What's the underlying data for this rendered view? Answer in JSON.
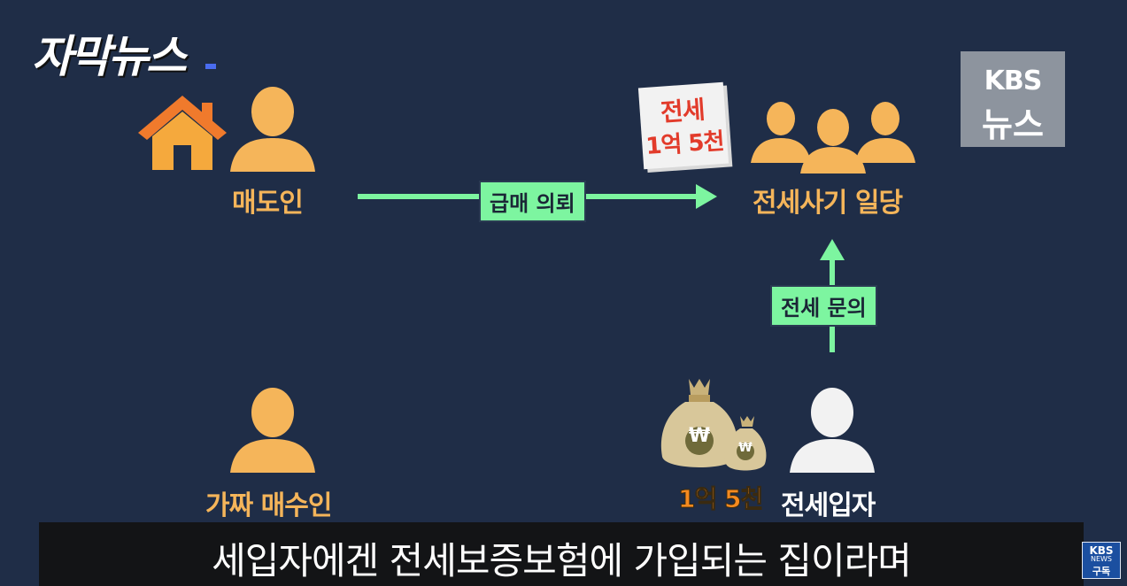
{
  "logo": {
    "text": "자막뉴스"
  },
  "kbs_badge": {
    "line1": "KBS",
    "line2": "뉴스"
  },
  "diagram": {
    "seller": {
      "label": "매도인",
      "icon": "person-icon",
      "house_icon": "house-icon"
    },
    "fraud_group": {
      "label": "전세사기 일당",
      "icon": "group-icon"
    },
    "fake_buyer": {
      "label": "가짜 매수인",
      "icon": "person-icon"
    },
    "tenant": {
      "label": "전세입자",
      "icon": "person-icon"
    },
    "price_note": {
      "line1": "전세",
      "line2": "1억 5천"
    },
    "money": {
      "label": "1억 5천",
      "symbol": "₩",
      "icon": "money-bag-icon"
    },
    "arrow_seller_to_group": {
      "label": "급매 의뢰"
    },
    "arrow_tenant_to_group": {
      "label": "전세 문의"
    }
  },
  "subtitle": {
    "text": "세입자에겐 전세보증보험에 가입되는 집이라며"
  },
  "subscribe": {
    "top": "KBS",
    "mid": "NEWS",
    "bottom": "구독"
  },
  "colors": {
    "background": "#1f2d47",
    "person": "#f5b55a",
    "house": "#f07a2c",
    "arrow": "#7df5a0",
    "note_text": "#e23b2b",
    "money_bag": "#d8c79a"
  }
}
